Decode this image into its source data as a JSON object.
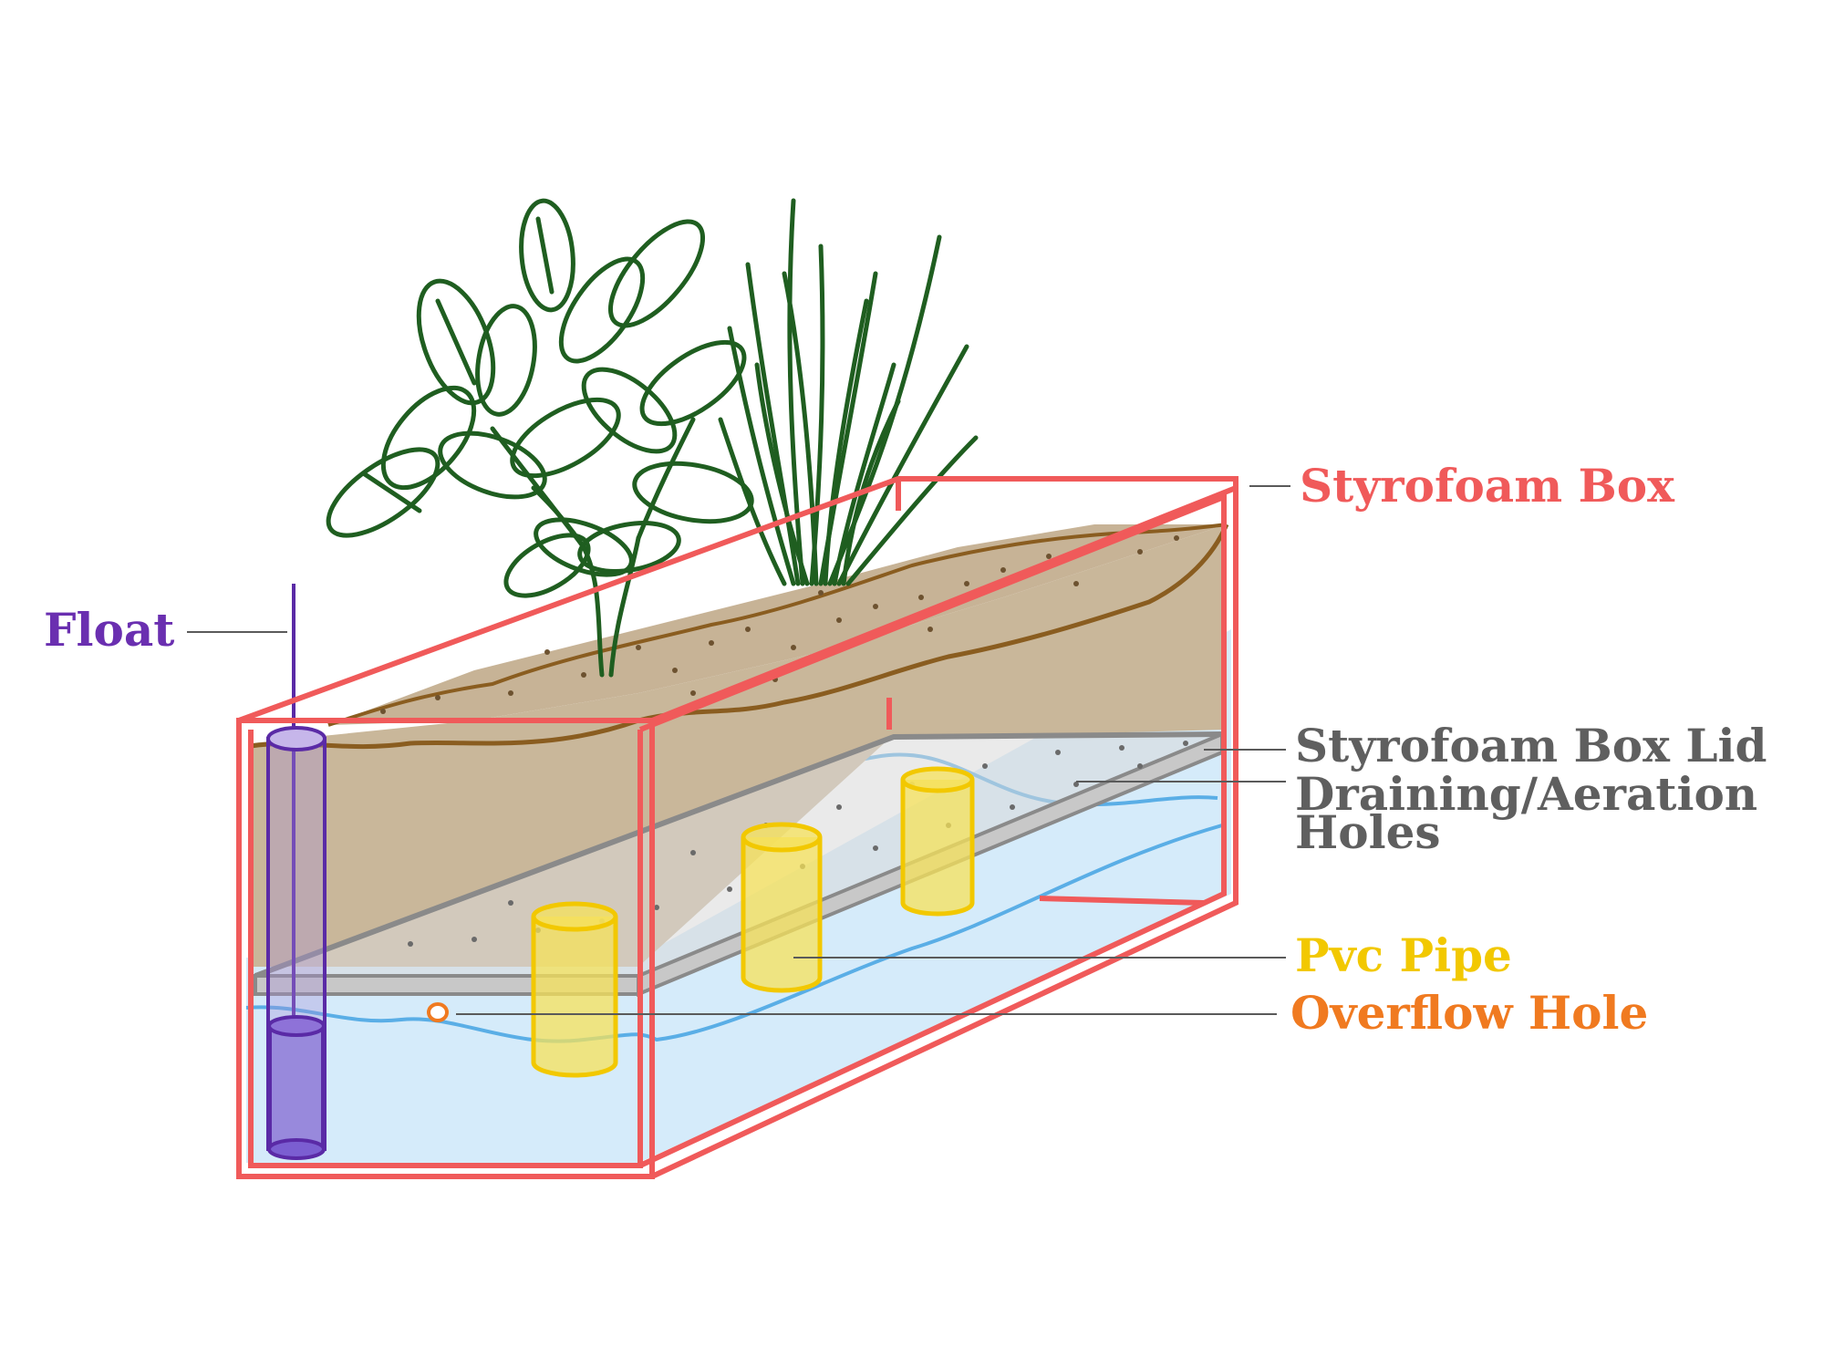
{
  "labels": {
    "styrofoam_box": "Styrofoam Box",
    "float": "Float",
    "styrofoam_box_lid": "Styrofoam Box Lid",
    "draining_aeration_holes_line1": "Draining/Aeration",
    "draining_aeration_holes_line2": "Holes",
    "pvc_pipe": "Pvc Pipe",
    "overflow_hole": "Overflow Hole"
  },
  "colors": {
    "box": "#f05a5a",
    "float": "#6a2fb0",
    "lid": "#5f5f5f",
    "pvc_pipe": "#f2c800",
    "overflow_hole": "#f07a20",
    "soil": "#c9b79a",
    "soil_edge": "#8a5d20",
    "water": "#d5ebfa",
    "water_line": "#5aaee6",
    "plant": "#1f5e20"
  },
  "icons": [
    "basil-plant-icon",
    "grass-plant-icon"
  ]
}
